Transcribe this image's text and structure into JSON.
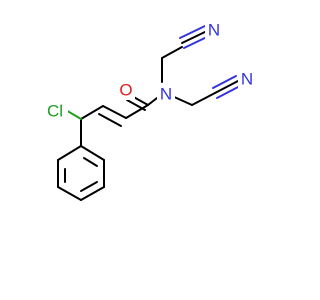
{
  "molecule": {
    "atoms": {
      "N_amide": {
        "symbol": "N",
        "color": "#3333e0"
      },
      "O_carbonyl": {
        "symbol": "O",
        "color": "#e02020"
      },
      "N_nitrile_top": {
        "symbol": "N",
        "color": "#3333e0"
      },
      "N_nitrile_right": {
        "symbol": "N",
        "color": "#3333e0"
      },
      "Cl": {
        "symbol": "Cl",
        "color": "#20a020"
      }
    }
  }
}
